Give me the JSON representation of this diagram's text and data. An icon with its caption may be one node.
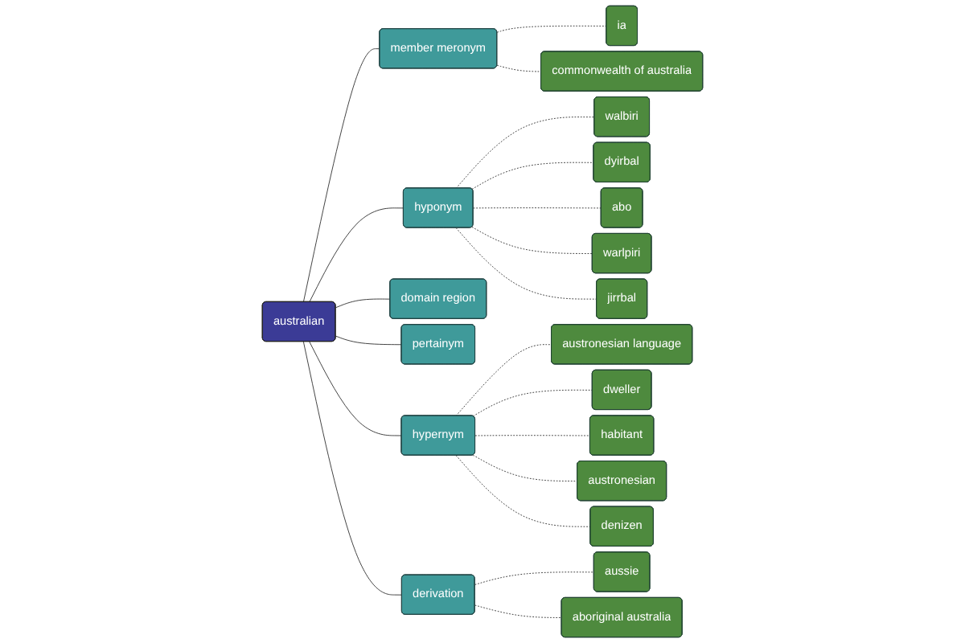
{
  "diagram": {
    "nodes": [
      {
        "text": [
          "australian"
        ]
      },
      {
        "text": [
          "member meronym"
        ]
      },
      {
        "text": [
          "hyponym"
        ]
      },
      {
        "text": [
          "domain region"
        ]
      },
      {
        "text": [
          "pertainym"
        ]
      },
      {
        "text": [
          "hypernym"
        ]
      },
      {
        "text": [
          "derivation"
        ]
      },
      {
        "text": [
          "ia"
        ]
      },
      {
        "text": [
          "commonwealth of australia"
        ]
      },
      {
        "text": [
          "walbiri"
        ]
      },
      {
        "text": [
          "dyirbal"
        ]
      },
      {
        "text": [
          "abo"
        ]
      },
      {
        "text": [
          "warlpiri"
        ]
      },
      {
        "text": [
          "jirrbal"
        ]
      },
      {
        "text": [
          "austronesian language"
        ]
      },
      {
        "text": [
          "dweller"
        ]
      },
      {
        "text": [
          "habitant"
        ]
      },
      {
        "text": [
          "austronesian"
        ]
      },
      {
        "text": [
          "denizen"
        ]
      },
      {
        "text": [
          "aussie"
        ]
      },
      {
        "text": [
          "aboriginal australia"
        ]
      }
    ],
    "edges": [
      {
        "from": 0,
        "to": 1,
        "arrow": "none"
      },
      {
        "from": 0,
        "to": 2,
        "arrow": "none"
      },
      {
        "from": 0,
        "to": 3,
        "arrow": "none"
      },
      {
        "from": 0,
        "to": 4,
        "arrow": "none"
      },
      {
        "from": 0,
        "to": 5,
        "arrow": "none"
      },
      {
        "from": 0,
        "to": 6,
        "arrow": "none"
      },
      {
        "from": 1,
        "to": 7,
        "arrow": "none",
        "style": "dashed"
      },
      {
        "from": 1,
        "to": 8,
        "arrow": "none",
        "style": "dashed"
      },
      {
        "from": 2,
        "to": 9,
        "arrow": "none",
        "style": "dashed"
      },
      {
        "from": 2,
        "to": 10,
        "arrow": "none",
        "style": "dashed"
      },
      {
        "from": 2,
        "to": 11,
        "arrow": "none",
        "style": "dashed"
      },
      {
        "from": 2,
        "to": 12,
        "arrow": "none",
        "style": "dashed"
      },
      {
        "from": 2,
        "to": 13,
        "arrow": "none",
        "style": "dashed"
      },
      {
        "from": 5,
        "to": 14,
        "arrow": "none",
        "style": "dashed"
      },
      {
        "from": 5,
        "to": 15,
        "arrow": "none",
        "style": "dashed"
      },
      {
        "from": 5,
        "to": 16,
        "arrow": "none",
        "style": "dashed"
      },
      {
        "from": 5,
        "to": 17,
        "arrow": "none",
        "style": "dashed"
      },
      {
        "from": 5,
        "to": 18,
        "arrow": "none",
        "style": "dashed"
      },
      {
        "from": 6,
        "to": 19,
        "arrow": "none",
        "style": "dashed"
      },
      {
        "from": 6,
        "to": 20,
        "arrow": "none",
        "style": "dashed"
      }
    ]
  }
}
